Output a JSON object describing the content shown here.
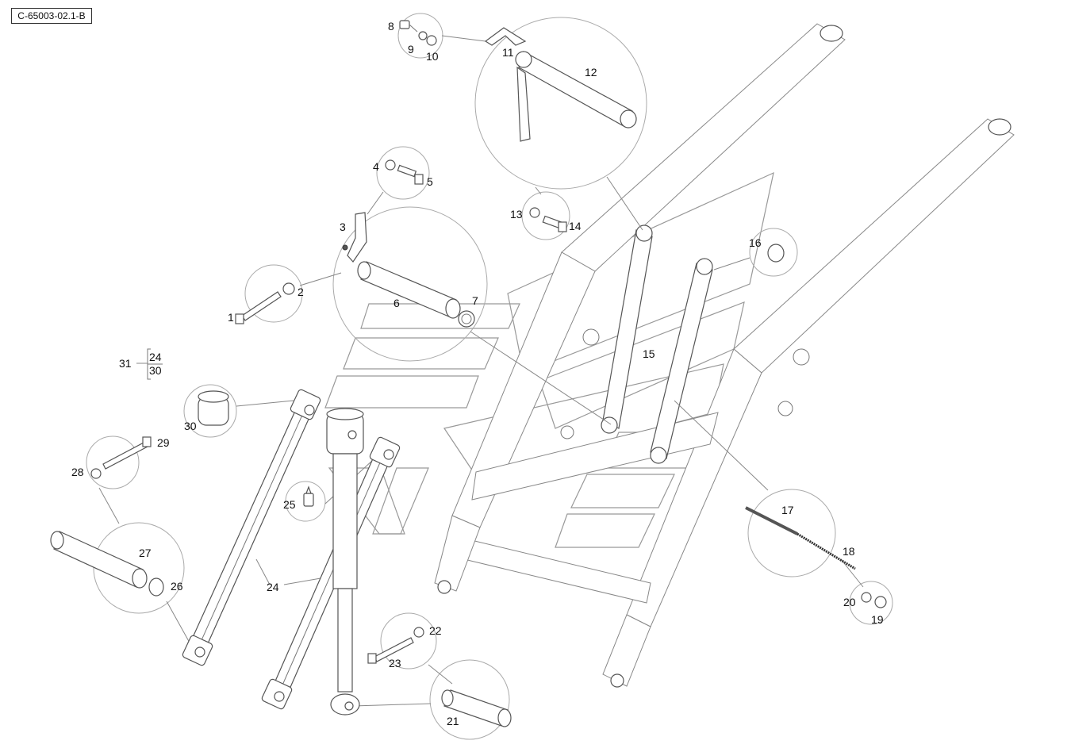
{
  "diagram_id": "C-65003-02.1-B",
  "labels": {
    "p1": "1",
    "p2": "2",
    "p3": "3",
    "p4": "4",
    "p5": "5",
    "p6": "6",
    "p7": "7",
    "p8": "8",
    "p9": "9",
    "p10": "10",
    "p11": "11",
    "p12": "12",
    "p13": "13",
    "p14": "14",
    "p15": "15",
    "p16": "16",
    "p17": "17",
    "p18": "18",
    "p19": "19",
    "p20": "20",
    "p21": "21",
    "p22": "22",
    "p23": "23",
    "p24": "24",
    "p25": "25",
    "p26": "26",
    "p27": "27",
    "p28": "28",
    "p29": "29",
    "p30": "30",
    "p31": "31"
  },
  "kit": {
    "number": "31",
    "items": [
      "24",
      "30"
    ]
  }
}
